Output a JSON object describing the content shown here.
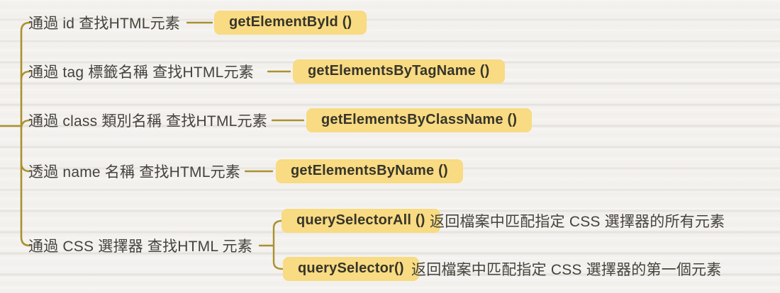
{
  "colors": {
    "background": "#f4f2ef",
    "connector_line": "#a9912f",
    "node_fill": "#f8db82",
    "node_text": "#37352b",
    "label_text": "#45433c"
  },
  "mindmap": {
    "branches": [
      {
        "label": "通過 id 查找HTML元素",
        "method": "getElementById ()"
      },
      {
        "label": "通過 tag 標籤名稱 查找HTML元素",
        "method": "getElementsByTagName ()"
      },
      {
        "label": "通過 class 類別名稱 查找HTML元素",
        "method": "getElementsByClassName ()"
      },
      {
        "label": "透過 name 名稱 查找HTML元素",
        "method": "getElementsByName ()"
      },
      {
        "label": "通過 CSS 選擇器 查找HTML 元素",
        "children": [
          {
            "method": "querySelectorAll ()",
            "description": "返回檔案中匹配指定 CSS 選擇器的所有元素"
          },
          {
            "method": "querySelector()",
            "description": "返回檔案中匹配指定 CSS 選擇器的第一個元素"
          }
        ]
      }
    ]
  }
}
